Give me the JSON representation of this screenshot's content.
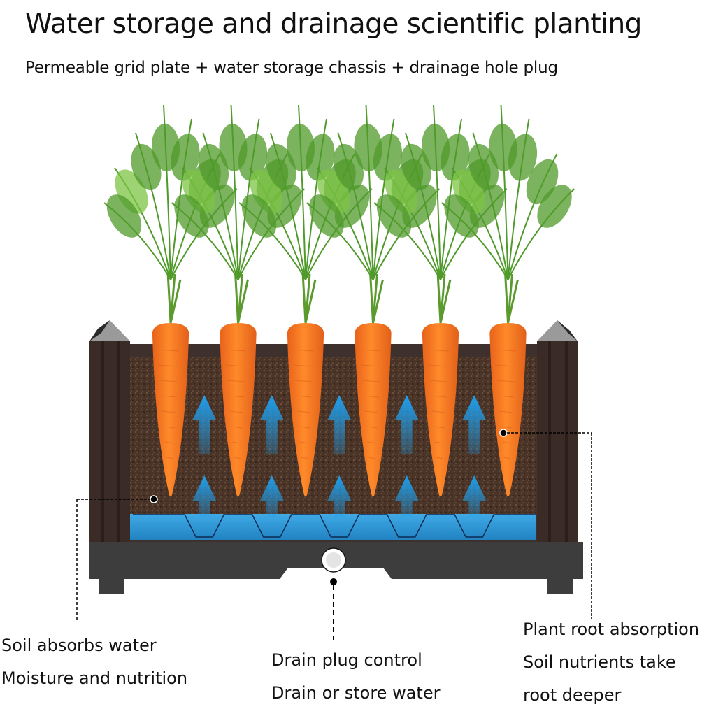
{
  "header": {
    "title": "Water storage and drainage scientific planting",
    "subtitle": "Permeable grid plate + water storage chassis + drainage hole plug"
  },
  "diagram": {
    "carrot_count": 6,
    "arrow_columns": 5,
    "colors": {
      "carrot": "#f47a20",
      "carrot_shade": "#e0601a",
      "foliage": "#4f9a2a",
      "foliage_light": "#7cc444",
      "soil": "#4a3428",
      "planter_wall": "#3e302c",
      "planter_base": "#3d3d3d",
      "water": "#2a9be0",
      "arrow": "#1e9fea",
      "post_cap": "#9a9a9a"
    }
  },
  "callouts": {
    "left": {
      "line1": "Soil absorbs water",
      "line2": "Moisture and nutrition"
    },
    "center": {
      "line1": "Drain plug control",
      "line2": "Drain or store water"
    },
    "right": {
      "line1": "Plant root absorption",
      "line2": "Soil nutrients take",
      "line3": "root deeper"
    }
  }
}
